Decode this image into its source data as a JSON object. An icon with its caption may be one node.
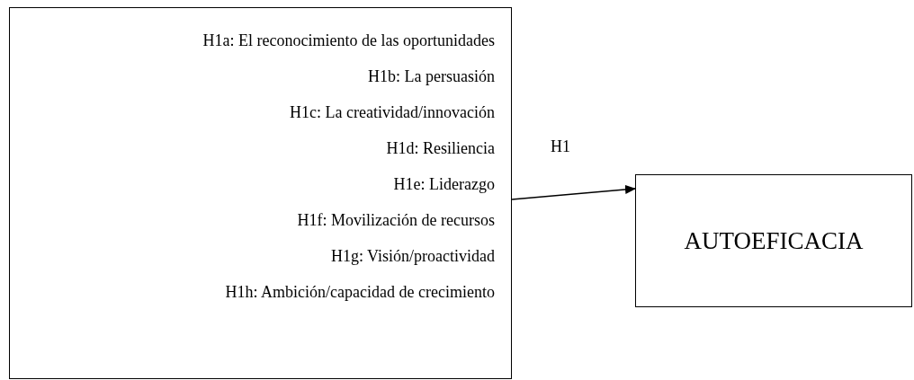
{
  "diagram": {
    "nodes": [
      {
        "text": [
          "H1a: El reconocimiento de las oportunidades",
          "H1b: La persuasión",
          "H1c: La creatividad/innovación",
          "H1d: Resiliencia",
          "H1e: Liderazgo",
          "H1f: Movilización de recursos",
          "H1g: Visión/proactividad",
          "H1h: Ambición/capacidad de crecimiento"
        ]
      },
      {
        "text": [
          "AUTOEFICACIA"
        ]
      }
    ],
    "edges": [
      {
        "from": 0,
        "to": 1,
        "arrow": "to",
        "label": "H1"
      }
    ]
  }
}
